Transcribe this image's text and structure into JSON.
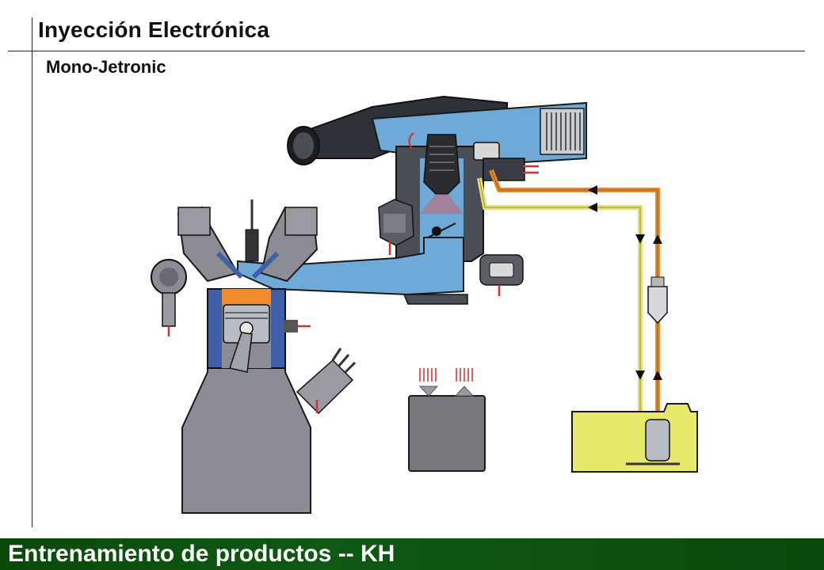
{
  "header": {
    "title": "Inyección Electrónica",
    "subtitle": "Mono-Jetronic"
  },
  "footer": {
    "text": "Entrenamiento de productos -- KH"
  },
  "colors": {
    "footer_background": "#0d5a12",
    "intake_air": "#6fa9d8",
    "fuel_feed": "#e88a2c",
    "fuel_return": "#e7e36a",
    "tank": "#e8e86a",
    "engine_body": "#8c8c94"
  }
}
